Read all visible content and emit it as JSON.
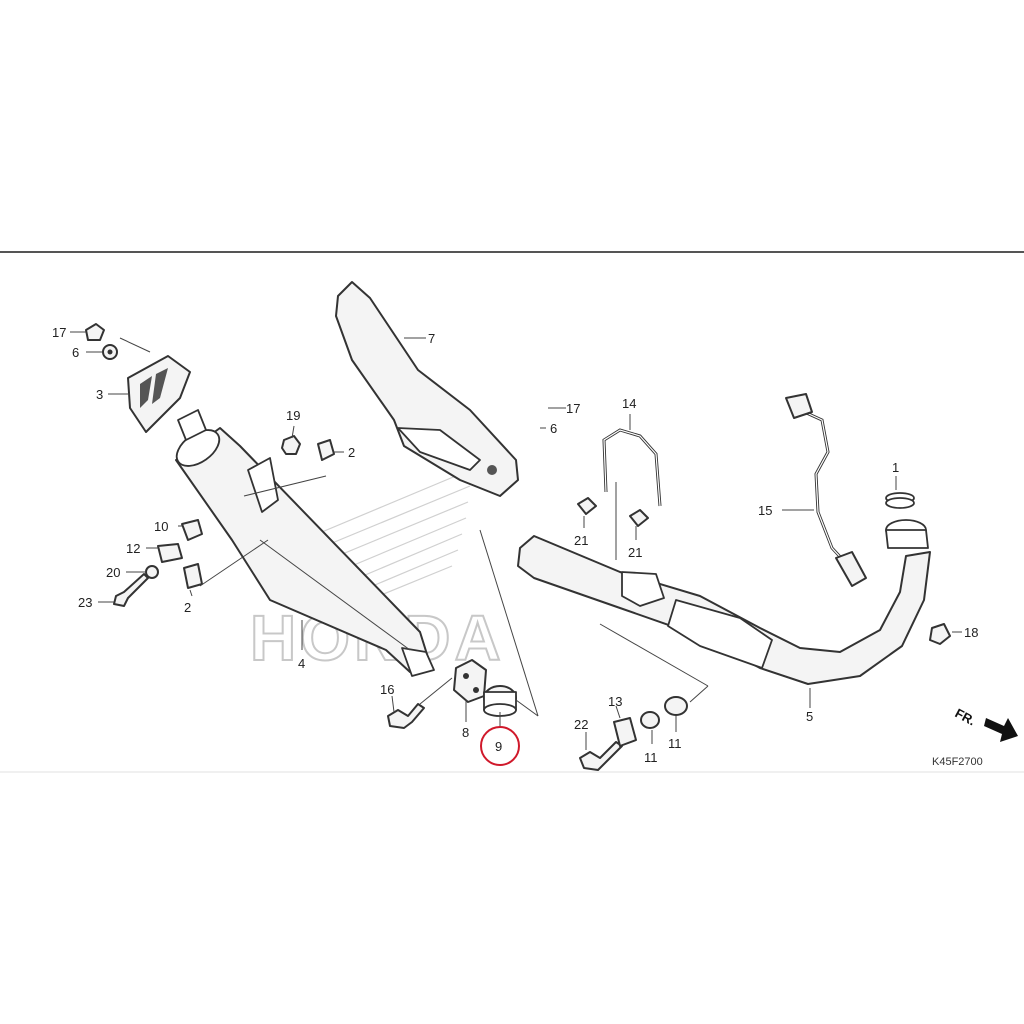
{
  "colors": {
    "line": "#333333",
    "highlight": "#d0192b",
    "watermark": "#c8c8c8"
  },
  "diagram": {
    "watermark": "HONDA",
    "direction_label": "FR.",
    "drawing_code": "K45F2700",
    "highlighted_part": "9",
    "callouts": {
      "p1": "1",
      "p2a": "2",
      "p2b": "2",
      "p3": "3",
      "p4": "4",
      "p5": "5",
      "p6a": "6",
      "p6b": "6",
      "p7": "7",
      "p8": "8",
      "p9": "9",
      "p10": "10",
      "p11a": "11",
      "p11b": "11",
      "p12": "12",
      "p13": "13",
      "p14": "14",
      "p15": "15",
      "p16": "16",
      "p17a": "17",
      "p17b": "17",
      "p18": "18",
      "p19": "19",
      "p20": "20",
      "p21a": "21",
      "p21b": "21",
      "p22": "22",
      "p23": "23"
    }
  }
}
